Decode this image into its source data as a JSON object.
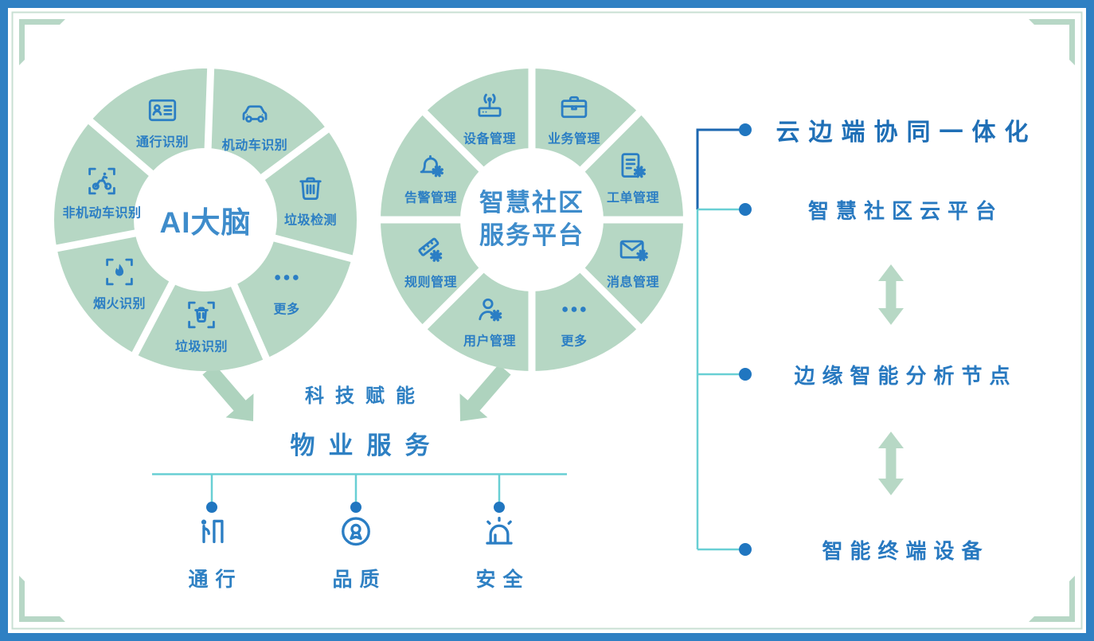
{
  "palette": {
    "frame_blue": "#2f80c3",
    "corner_deco_green": "#b7d7c6",
    "thin_frame_line": "#c8dfd3",
    "segment_green": "#b6d7c4",
    "arrow_green": "#aed3be",
    "double_arrow_green": "#b7d8c5",
    "icon_blue": "#2b7ec4",
    "teal_line": "#68cfd4",
    "dark_blue_line": "#1c67b0",
    "bullet_blue": "#2076c0"
  },
  "left_donut": {
    "center_label": "AI大脑",
    "segments": [
      {
        "label": "机动车识别",
        "icon": "car"
      },
      {
        "label": "垃圾检测",
        "icon": "trash"
      },
      {
        "label": "更多",
        "icon": "more"
      },
      {
        "label": "垃圾识别",
        "icon": "trash-scan"
      },
      {
        "label": "烟火识别",
        "icon": "flame-scan"
      },
      {
        "label": "非机动车识别",
        "icon": "bike-scan"
      },
      {
        "label": "通行识别",
        "icon": "id-card"
      }
    ]
  },
  "right_donut": {
    "center_label_lines": [
      "智慧社区",
      "服务平台"
    ],
    "segments": [
      {
        "label": "业务管理",
        "icon": "briefcase"
      },
      {
        "label": "工单管理",
        "icon": "workorder"
      },
      {
        "label": "消息管理",
        "icon": "mail-gear"
      },
      {
        "label": "更多",
        "icon": "more"
      },
      {
        "label": "用户管理",
        "icon": "user-gear"
      },
      {
        "label": "规则管理",
        "icon": "rule-gear"
      },
      {
        "label": "告警管理",
        "icon": "bell-gear"
      },
      {
        "label": "设备管理",
        "icon": "router"
      }
    ]
  },
  "middle": {
    "tagline": "科技赋能",
    "title": "物业服务"
  },
  "services": [
    {
      "label": "通行",
      "icon": "gate"
    },
    {
      "label": "品质",
      "icon": "medal"
    },
    {
      "label": "安全",
      "icon": "siren"
    }
  ],
  "right_list": [
    {
      "label": "云边端协同一体化",
      "style": "primary"
    },
    {
      "label": "智慧社区云平台",
      "style": "normal"
    },
    {
      "label": "边缘智能分析节点",
      "style": "normal"
    },
    {
      "label": "智能终端设备",
      "style": "normal"
    }
  ]
}
